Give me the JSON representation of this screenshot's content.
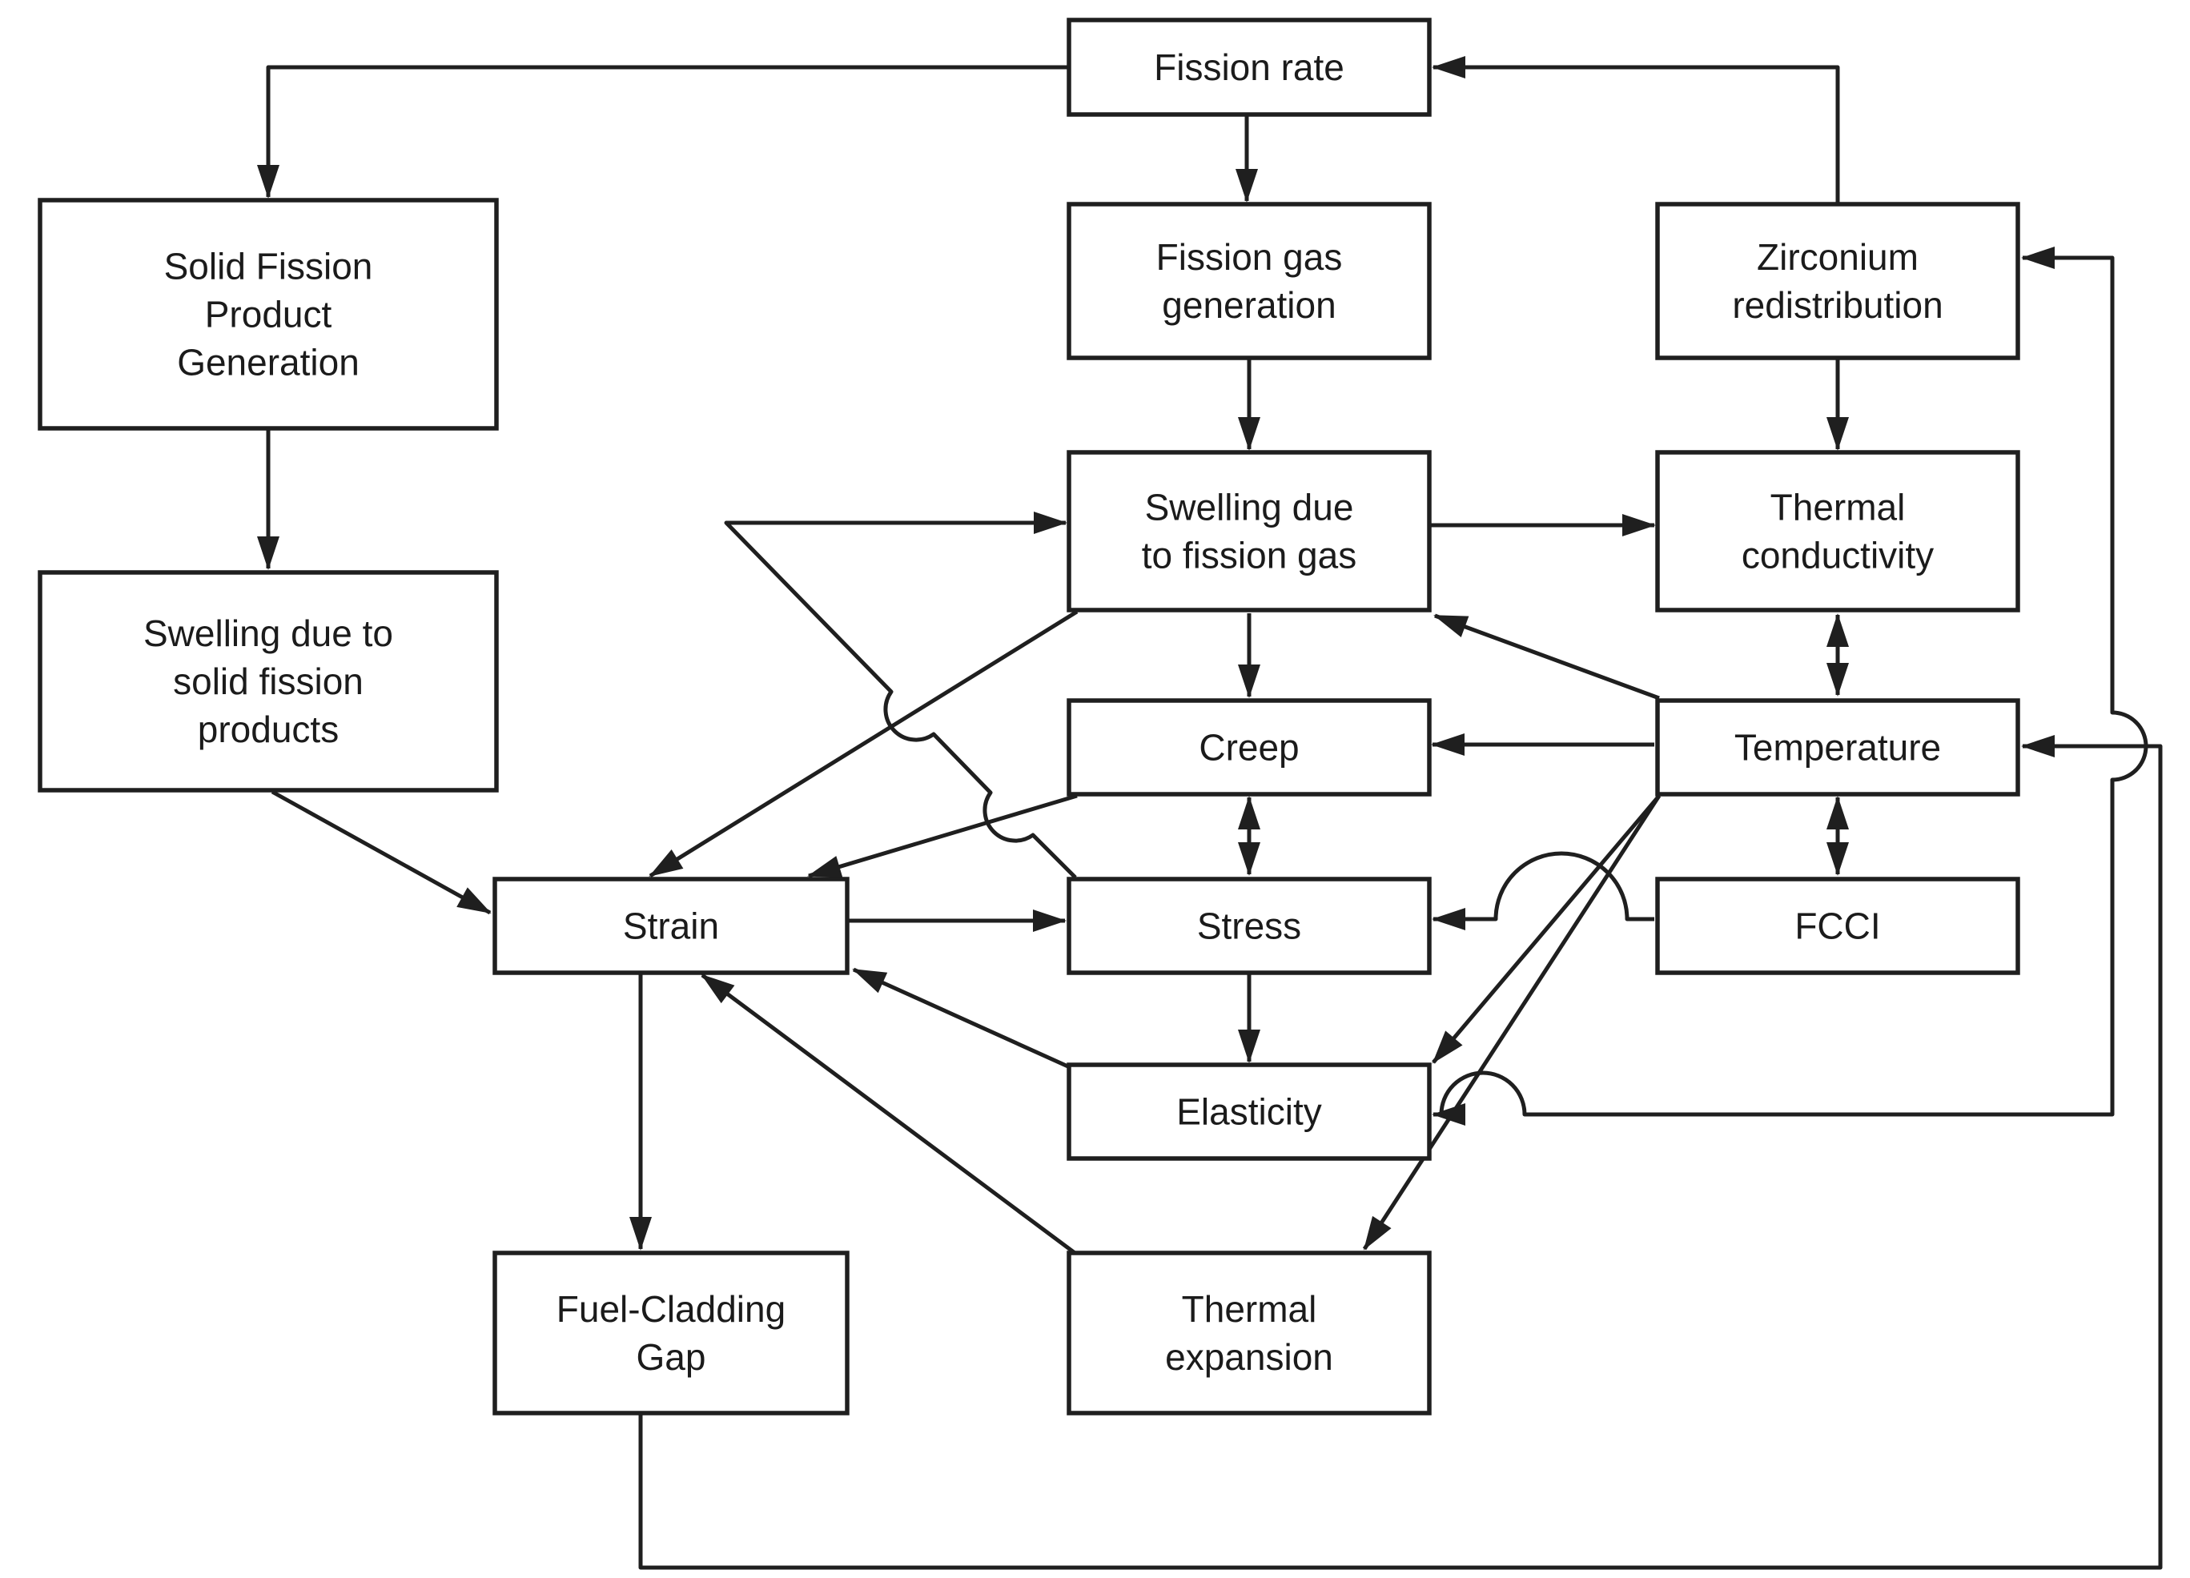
{
  "diagram_title": "",
  "colors": {
    "background": "#ffffff",
    "line": "#1f1f1f",
    "box_fill": "#ffffff",
    "text": "#1b1b1b"
  },
  "nodes": [
    {
      "id": "fission-rate",
      "lines": [
        "Fission rate"
      ]
    },
    {
      "id": "solid-fission-product-generation",
      "lines": [
        "Solid Fission",
        "Product",
        "Generation"
      ]
    },
    {
      "id": "fission-gas-generation",
      "lines": [
        "Fission gas",
        "generation"
      ]
    },
    {
      "id": "zirconium-redistribution",
      "lines": [
        "Zirconium",
        "redistribution"
      ]
    },
    {
      "id": "swelling-fission-gas",
      "lines": [
        "Swelling due",
        "to fission gas"
      ]
    },
    {
      "id": "thermal-conductivity",
      "lines": [
        "Thermal",
        "conductivity"
      ]
    },
    {
      "id": "swelling-solid-fission-products",
      "lines": [
        "Swelling due to",
        "solid fission",
        "products"
      ]
    },
    {
      "id": "creep",
      "lines": [
        "Creep"
      ]
    },
    {
      "id": "temperature",
      "lines": [
        "Temperature"
      ]
    },
    {
      "id": "strain",
      "lines": [
        "Strain"
      ]
    },
    {
      "id": "stress",
      "lines": [
        "Stress"
      ]
    },
    {
      "id": "fcci",
      "lines": [
        "FCCI"
      ]
    },
    {
      "id": "elasticity",
      "lines": [
        "Elasticity"
      ]
    },
    {
      "id": "fuel-cladding-gap",
      "lines": [
        "Fuel-Cladding",
        "Gap"
      ]
    },
    {
      "id": "thermal-expansion",
      "lines": [
        "Thermal",
        "expansion"
      ]
    }
  ],
  "edges": [
    {
      "id": "e1",
      "from": "zirconium-redistribution",
      "to": "fission-rate",
      "bidirectional": false
    },
    {
      "id": "e2",
      "from": "fission-rate",
      "to": "solid-fission-product-generation",
      "bidirectional": false
    },
    {
      "id": "e3",
      "from": "fission-rate",
      "to": "fission-gas-generation",
      "bidirectional": false
    },
    {
      "id": "e4",
      "from": "fission-gas-generation",
      "to": "swelling-fission-gas",
      "bidirectional": false
    },
    {
      "id": "e5",
      "from": "zirconium-redistribution",
      "to": "thermal-conductivity",
      "bidirectional": false
    },
    {
      "id": "e6",
      "from": "swelling-fission-gas",
      "to": "thermal-conductivity",
      "bidirectional": false
    },
    {
      "id": "e7",
      "from": "thermal-conductivity",
      "to": "temperature",
      "bidirectional": true
    },
    {
      "id": "e8",
      "from": "temperature",
      "to": "fcci",
      "bidirectional": true
    },
    {
      "id": "e9",
      "from": "temperature",
      "to": "creep",
      "bidirectional": false
    },
    {
      "id": "e10",
      "from": "creep",
      "to": "stress",
      "bidirectional": true
    },
    {
      "id": "e11",
      "from": "swelling-fission-gas",
      "to": "creep",
      "bidirectional": false
    },
    {
      "id": "e12",
      "from": "stress",
      "to": "swelling-fission-gas",
      "bidirectional": false
    },
    {
      "id": "e13",
      "from": "swelling-fission-gas",
      "to": "strain",
      "bidirectional": false
    },
    {
      "id": "e14",
      "from": "creep",
      "to": "strain",
      "bidirectional": false
    },
    {
      "id": "e15",
      "from": "solid-fission-product-generation",
      "to": "swelling-solid-fission-products",
      "bidirectional": false
    },
    {
      "id": "e16",
      "from": "swelling-solid-fission-products",
      "to": "strain",
      "bidirectional": false
    },
    {
      "id": "e17",
      "from": "strain",
      "to": "stress",
      "bidirectional": false
    },
    {
      "id": "e18",
      "from": "stress",
      "to": "elasticity",
      "bidirectional": false
    },
    {
      "id": "e19",
      "from": "elasticity",
      "to": "strain",
      "bidirectional": false
    },
    {
      "id": "e20",
      "from": "thermal-expansion",
      "to": "strain",
      "bidirectional": false
    },
    {
      "id": "e21",
      "from": "strain",
      "to": "fuel-cladding-gap",
      "bidirectional": false
    },
    {
      "id": "e22",
      "from": "temperature",
      "to": "elasticity",
      "bidirectional": false
    },
    {
      "id": "e23",
      "from": "temperature",
      "to": "thermal-expansion",
      "bidirectional": false
    },
    {
      "id": "e24",
      "from": "temperature",
      "to": "swelling-fission-gas",
      "bidirectional": false
    },
    {
      "id": "e25",
      "from": "fcci",
      "to": "stress",
      "bidirectional": false
    },
    {
      "id": "e26",
      "from": "zirconium-redistribution",
      "to": "elasticity",
      "bidirectional": true
    },
    {
      "id": "e27",
      "from": "fuel-cladding-gap",
      "to": "temperature",
      "bidirectional": false
    }
  ]
}
